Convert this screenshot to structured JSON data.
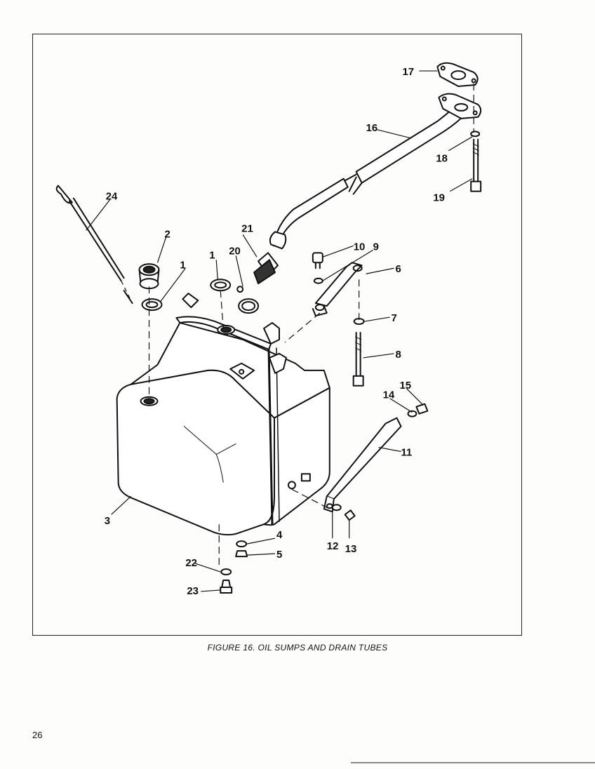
{
  "figure": {
    "caption": "FIGURE 16. OIL SUMPS AND DRAIN TUBES",
    "callouts": [
      {
        "id": "c1a",
        "text": "1"
      },
      {
        "id": "c1b",
        "text": "1"
      },
      {
        "id": "c2",
        "text": "2"
      },
      {
        "id": "c3",
        "text": "3"
      },
      {
        "id": "c4",
        "text": "4"
      },
      {
        "id": "c5",
        "text": "5"
      },
      {
        "id": "c6",
        "text": "6"
      },
      {
        "id": "c7",
        "text": "7"
      },
      {
        "id": "c8",
        "text": "8"
      },
      {
        "id": "c9",
        "text": "9"
      },
      {
        "id": "c10",
        "text": "10"
      },
      {
        "id": "c11",
        "text": "11"
      },
      {
        "id": "c12",
        "text": "12"
      },
      {
        "id": "c13",
        "text": "13"
      },
      {
        "id": "c14",
        "text": "14"
      },
      {
        "id": "c15",
        "text": "15"
      },
      {
        "id": "c16",
        "text": "16"
      },
      {
        "id": "c17",
        "text": "17"
      },
      {
        "id": "c18",
        "text": "18"
      },
      {
        "id": "c19",
        "text": "19"
      },
      {
        "id": "c20",
        "text": "20"
      },
      {
        "id": "c21",
        "text": "21"
      },
      {
        "id": "c22",
        "text": "22"
      },
      {
        "id": "c23",
        "text": "23"
      },
      {
        "id": "c24",
        "text": "24"
      }
    ]
  },
  "page": {
    "number": "26"
  }
}
